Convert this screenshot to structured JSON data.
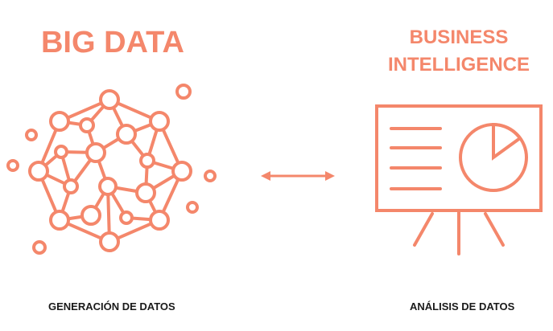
{
  "left": {
    "title": "BIG DATA",
    "caption": "GENERACIÓN DE DATOS",
    "icon": "network-icon"
  },
  "right": {
    "title_line1": "BUSINESS",
    "title_line2": "INTELLIGENCE",
    "caption": "ANÁLISIS DE DATOS",
    "icon": "presentation-board-icon"
  },
  "connector": {
    "icon": "double-arrow-icon"
  },
  "colors": {
    "accent": "#f4876b",
    "caption": "#1a1a1a",
    "background": "#ffffff"
  }
}
